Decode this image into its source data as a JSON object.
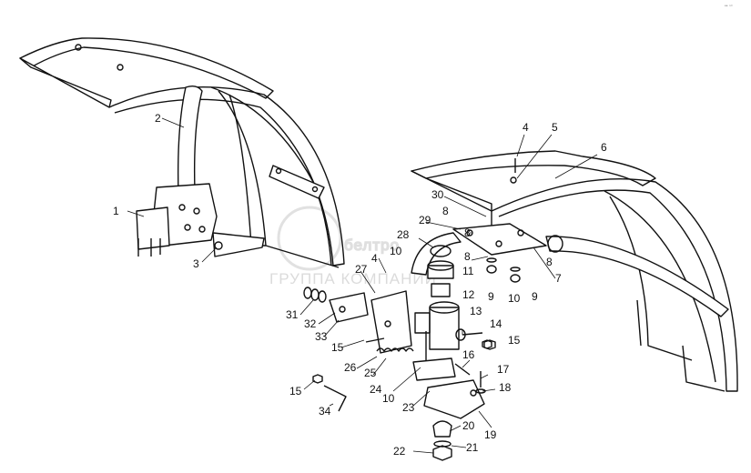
{
  "corner_mark": "•• ⁿᵒ",
  "watermark": {
    "brand": "белтро",
    "subtitle": "ГРУППА КОМПАНИЙ"
  },
  "callouts": [
    "1",
    "2",
    "3",
    "4",
    "5",
    "6",
    "7",
    "8",
    "8",
    "8",
    "8",
    "9",
    "9",
    "10",
    "10",
    "10",
    "11",
    "12",
    "13",
    "14",
    "15",
    "15",
    "15",
    "16",
    "17",
    "18",
    "19",
    "20",
    "21",
    "22",
    "23",
    "24",
    "25",
    "26",
    "27",
    "28",
    "29",
    "30",
    "31",
    "32",
    "33",
    "34",
    "4"
  ]
}
